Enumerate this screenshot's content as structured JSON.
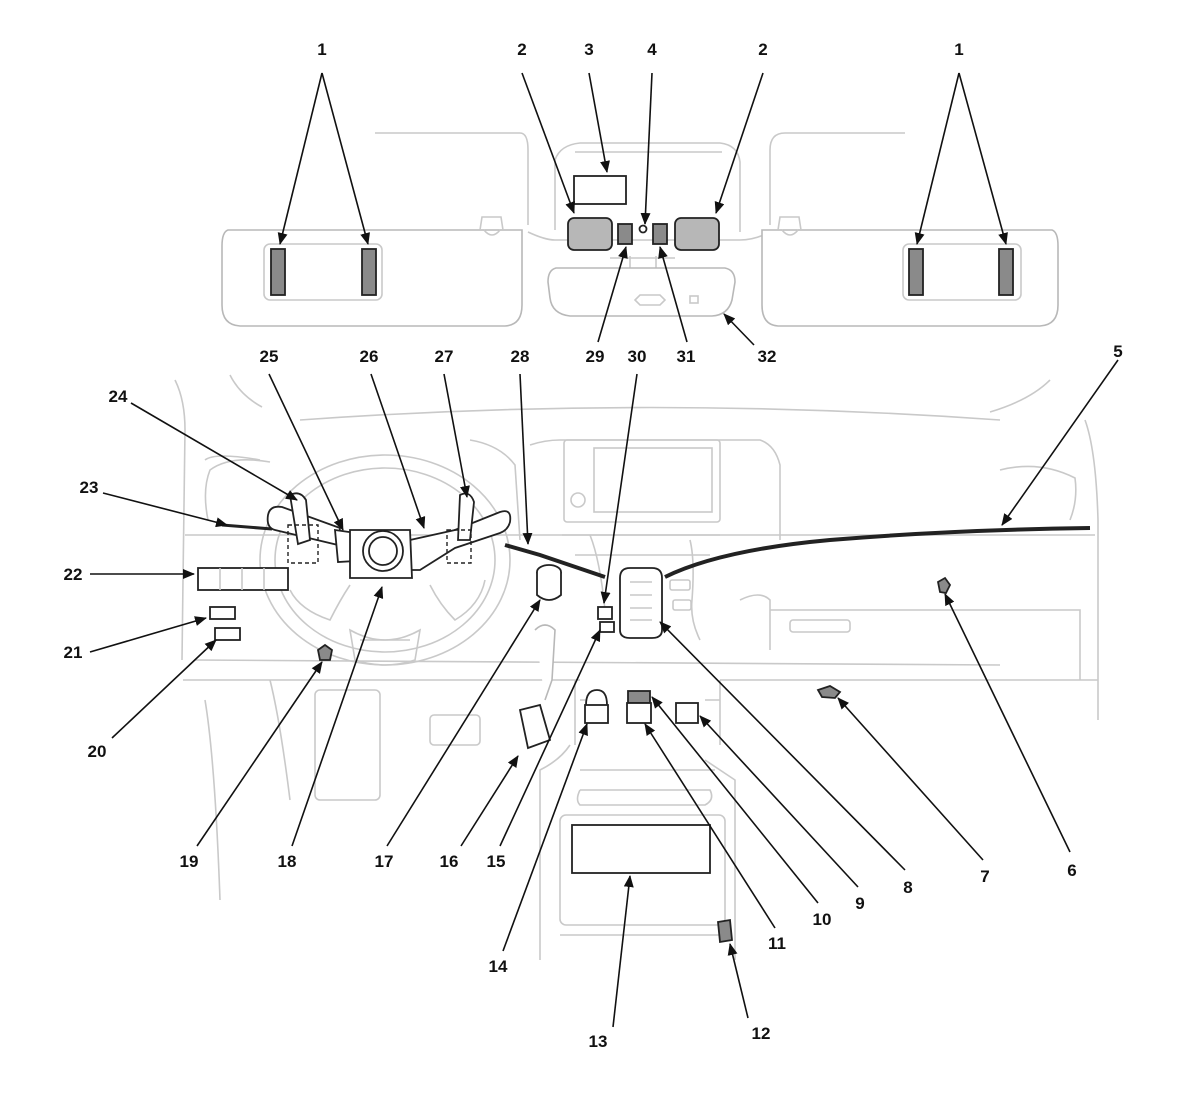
{
  "callouts": [
    {
      "id": "c1a",
      "label": "1"
    },
    {
      "id": "c1b",
      "label": "1"
    },
    {
      "id": "c2a",
      "label": "2"
    },
    {
      "id": "c2b",
      "label": "2"
    },
    {
      "id": "c3",
      "label": "3"
    },
    {
      "id": "c4",
      "label": "4"
    },
    {
      "id": "c5",
      "label": "5"
    },
    {
      "id": "c6",
      "label": "6"
    },
    {
      "id": "c7",
      "label": "7"
    },
    {
      "id": "c8",
      "label": "8"
    },
    {
      "id": "c9",
      "label": "9"
    },
    {
      "id": "c10",
      "label": "10"
    },
    {
      "id": "c11",
      "label": "11"
    },
    {
      "id": "c12",
      "label": "12"
    },
    {
      "id": "c13",
      "label": "13"
    },
    {
      "id": "c14",
      "label": "14"
    },
    {
      "id": "c15",
      "label": "15"
    },
    {
      "id": "c16",
      "label": "16"
    },
    {
      "id": "c17",
      "label": "17"
    },
    {
      "id": "c18",
      "label": "18"
    },
    {
      "id": "c19",
      "label": "19"
    },
    {
      "id": "c20",
      "label": "20"
    },
    {
      "id": "c21",
      "label": "21"
    },
    {
      "id": "c22",
      "label": "22"
    },
    {
      "id": "c23",
      "label": "23"
    },
    {
      "id": "c24",
      "label": "24"
    },
    {
      "id": "c25",
      "label": "25"
    },
    {
      "id": "c26",
      "label": "26"
    },
    {
      "id": "c27",
      "label": "27"
    },
    {
      "id": "c28",
      "label": "28"
    },
    {
      "id": "c29",
      "label": "29"
    },
    {
      "id": "c30",
      "label": "30"
    },
    {
      "id": "c31",
      "label": "31"
    },
    {
      "id": "c32",
      "label": "32"
    }
  ],
  "colors": {
    "line": "#111111",
    "background_lines": "#c9c9c9",
    "shaded_part": "#b7b7b7",
    "dark_part": "#8a8a8a"
  }
}
